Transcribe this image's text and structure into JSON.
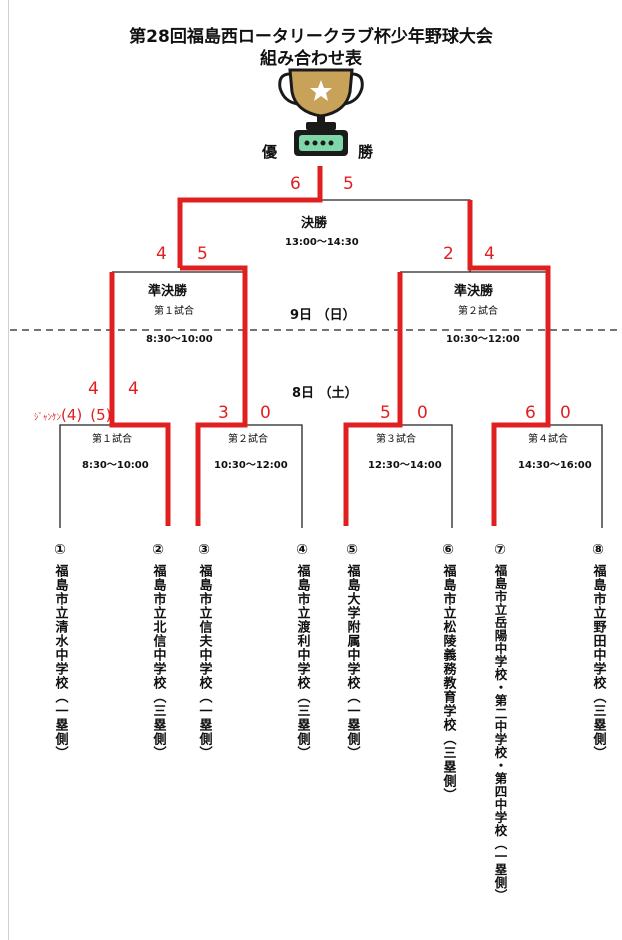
{
  "title_line1": "第28回福島西ロータリークラブ杯少年野球大会",
  "title_line2": "組み合わせ表",
  "champion": {
    "left": "優",
    "right": "勝"
  },
  "final": {
    "label": "決勝",
    "time": "13:00～14:30",
    "score_left": "6",
    "score_right": "5"
  },
  "semis": [
    {
      "label": "準決勝",
      "game": "第１試合",
      "time": "8:30～10:00",
      "score_left": "4",
      "score_right": "5"
    },
    {
      "label": "準決勝",
      "game": "第２試合",
      "time": "10:30～12:00",
      "score_left": "2",
      "score_right": "4"
    }
  ],
  "day_labels": {
    "day9": "9日 （日）",
    "day8": "8日 （土）"
  },
  "quarters": [
    {
      "game": "第１試合",
      "time": "8:30～10:00",
      "score_left": "4",
      "score_right": "4",
      "pk_prefix": "ｼﾞｬﾝｹﾝ",
      "pk_left": "(4)",
      "pk_right": "(5)"
    },
    {
      "game": "第２試合",
      "time": "10:30～12:00",
      "score_left": "3",
      "score_right": "0"
    },
    {
      "game": "第３試合",
      "time": "12:30～14:00",
      "score_left": "5",
      "score_right": "0"
    },
    {
      "game": "第４試合",
      "time": "14:30～16:00",
      "score_left": "6",
      "score_right": "0"
    }
  ],
  "teams": [
    {
      "num": "①",
      "name": "福島市立清水中学校（一塁側）"
    },
    {
      "num": "②",
      "name": "福島市立北信中学校（三塁側）"
    },
    {
      "num": "③",
      "name": "福島市立信夫中学校（一塁側）"
    },
    {
      "num": "④",
      "name": "福島市立渡利中学校（三塁側）"
    },
    {
      "num": "⑤",
      "name": "福島大学附属中学校（一塁側）"
    },
    {
      "num": "⑥",
      "name": "福島市立松陵義務教育学校（三塁側）"
    },
    {
      "num": "⑦",
      "name": "福島市立岳陽中学校・第二中学校・第四中学校（一塁側）"
    },
    {
      "num": "⑧",
      "name": "福島市立野田中学校（三塁側）"
    }
  ],
  "colors": {
    "winner_line": "#e02020",
    "line": "#222222",
    "trophy_gold": "#c9a25a",
    "trophy_base": "#1a1a1a",
    "plate": "#7fd6a8"
  },
  "icons": {
    "trophy": "trophy-icon",
    "star": "star-icon"
  }
}
